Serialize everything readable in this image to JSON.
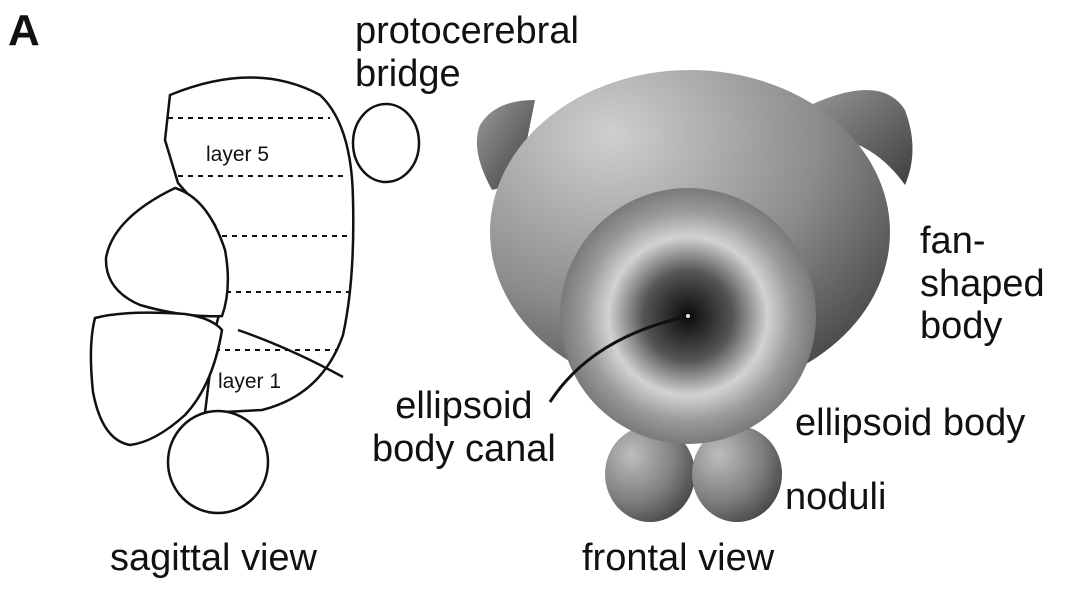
{
  "panel_label": "A",
  "labels": {
    "protocerebral_bridge_line1": "protocerebral",
    "protocerebral_bridge_line2": "bridge",
    "layer_top": "layer 5",
    "layer_bottom": "layer 1",
    "fan_shaped_line1": "fan-",
    "fan_shaped_line2": "shaped",
    "fan_shaped_line3": "body",
    "ellipsoid_body": "ellipsoid body",
    "canal_line1": "ellipsoid",
    "canal_line2": "body canal",
    "noduli": "noduli",
    "sagittal_view": "sagittal view",
    "frontal_view": "frontal view"
  },
  "colors": {
    "outline": "#111111",
    "fill_light": "#c4c4c4",
    "fill_mid": "#8a8a8a",
    "fill_dark": "#3a3a3a",
    "canal_center": "#111111"
  }
}
